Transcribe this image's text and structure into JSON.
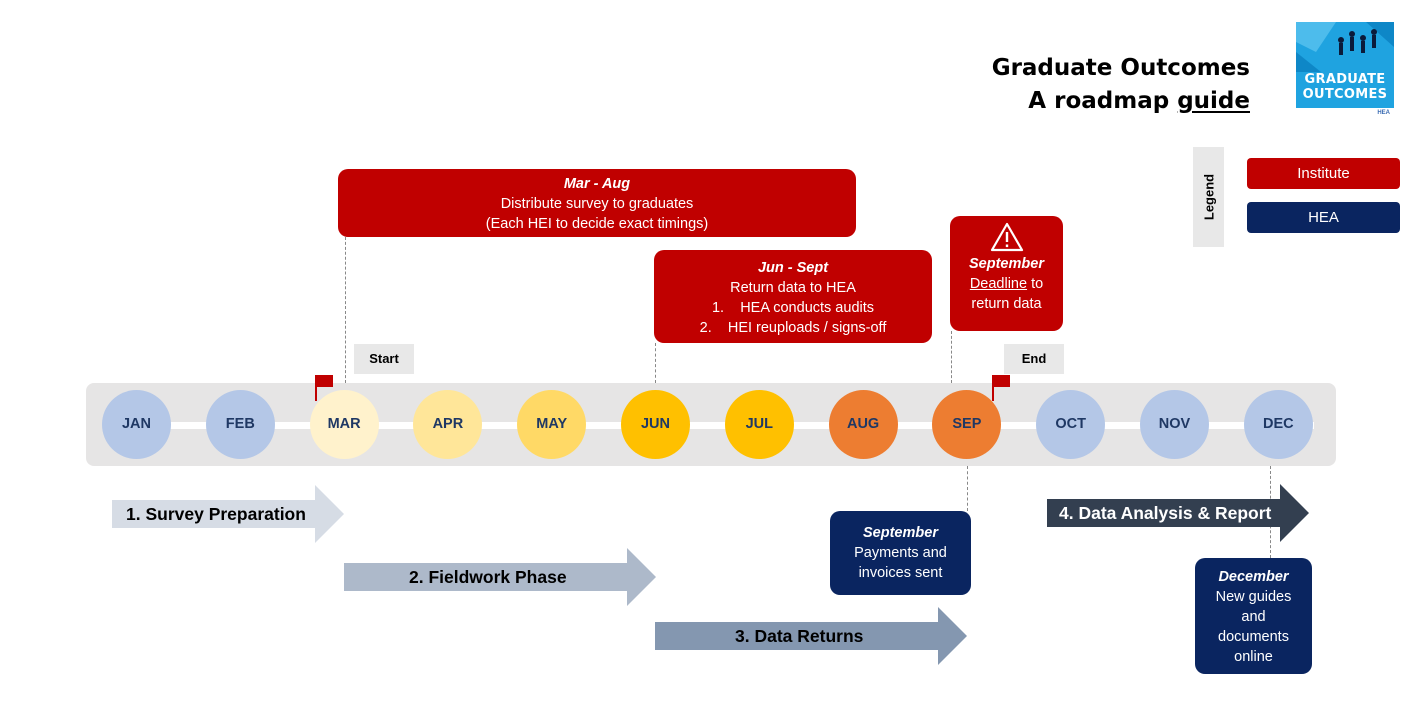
{
  "title": {
    "line1": "Graduate Outcomes",
    "line2_prefix": "A roadmap ",
    "line2_underlined": "guide"
  },
  "logo": {
    "line1": "GRADUATE",
    "line2": "OUTCOMES",
    "small": "HEA"
  },
  "legend": {
    "label": "Legend",
    "items": [
      {
        "label": "Institute",
        "color": "#c00000"
      },
      {
        "label": "HEA",
        "color": "#0a2560"
      }
    ]
  },
  "flags": {
    "start": "Start",
    "end": "End",
    "color": "#c00000"
  },
  "months": [
    {
      "label": "JAN",
      "color": "#b4c7e7"
    },
    {
      "label": "FEB",
      "color": "#b4c7e7"
    },
    {
      "label": "MAR",
      "color": "#fff2cc"
    },
    {
      "label": "APR",
      "color": "#ffe699"
    },
    {
      "label": "MAY",
      "color": "#ffd966"
    },
    {
      "label": "JUN",
      "color": "#ffc000"
    },
    {
      "label": "JUL",
      "color": "#ffc000"
    },
    {
      "label": "AUG",
      "color": "#ed7d31"
    },
    {
      "label": "SEP",
      "color": "#ed7d31"
    },
    {
      "label": "OCT",
      "color": "#b4c7e7"
    },
    {
      "label": "NOV",
      "color": "#b4c7e7"
    },
    {
      "label": "DEC",
      "color": "#b4c7e7"
    }
  ],
  "callouts": {
    "distribute": {
      "period": "Mar - Aug",
      "line1": "Distribute survey to graduates",
      "line2": "(Each HEI to decide exact timings)"
    },
    "return": {
      "period": "Jun - Sept",
      "line1": "Return data to HEA",
      "item1_num": "1.",
      "item1": "HEA conducts audits",
      "item2_num": "2.",
      "item2": "HEI reuploads / signs-off"
    },
    "deadline": {
      "period": "September",
      "underlined": "Deadline",
      "rest1": " to",
      "rest2": "return data"
    },
    "payments": {
      "period": "September",
      "line1": "Payments and",
      "line2": "invoices sent"
    },
    "december": {
      "period": "December",
      "line1": "New guides",
      "line2": "and",
      "line3": "documents",
      "line4": "online"
    }
  },
  "phases": [
    {
      "label": "1. Survey Preparation",
      "color": "#d6dce5",
      "text_color": "#000000"
    },
    {
      "label": "2. Fieldwork Phase",
      "color": "#adb9ca",
      "text_color": "#000000"
    },
    {
      "label": "3. Data Returns",
      "color": "#8497b0",
      "text_color": "#000000"
    },
    {
      "label": "4. Data Analysis & Report",
      "color": "#333f50",
      "text_color": "#ffffff"
    }
  ]
}
